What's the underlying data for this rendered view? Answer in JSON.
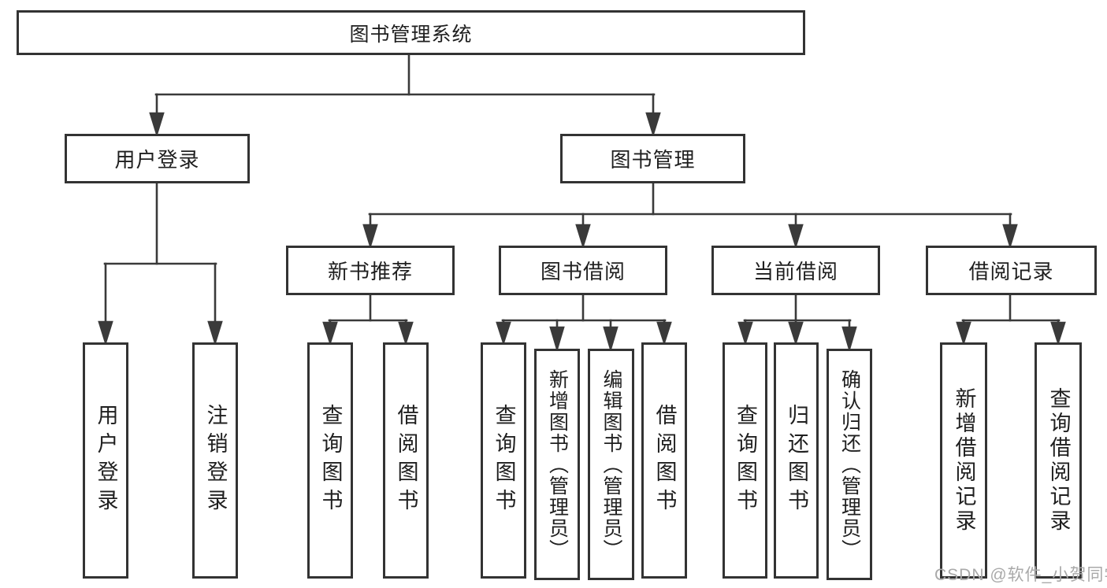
{
  "tree": {
    "label": "图书管理系统",
    "children": [
      {
        "label": "用户登录",
        "children": [
          {
            "label": "用户登录"
          },
          {
            "label": "注销登录"
          }
        ]
      },
      {
        "label": "图书管理",
        "children": [
          {
            "label": "新书推荐",
            "children": [
              {
                "label": "查询图书"
              },
              {
                "label": "借阅图书"
              }
            ]
          },
          {
            "label": "图书借阅",
            "children": [
              {
                "label": "查询图书"
              },
              {
                "label": "新增图书（管理员）"
              },
              {
                "label": "编辑图书（管理员）"
              },
              {
                "label": "借阅图书"
              }
            ]
          },
          {
            "label": "当前借阅",
            "children": [
              {
                "label": "查询图书"
              },
              {
                "label": "归还图书"
              },
              {
                "label": "确认归还（管理员）"
              }
            ]
          },
          {
            "label": "借阅记录",
            "children": [
              {
                "label": "新增借阅记录"
              },
              {
                "label": "查询借阅记录"
              }
            ]
          }
        ]
      }
    ]
  },
  "watermark": "CSDN @软件_小贺同学",
  "colors": {
    "line": "#3a3a3a",
    "box_border": "#333333",
    "box_fill": "#ffffff",
    "text": "#1f1f1f",
    "watermark": "#a9a9a9",
    "background": "#ffffff"
  }
}
